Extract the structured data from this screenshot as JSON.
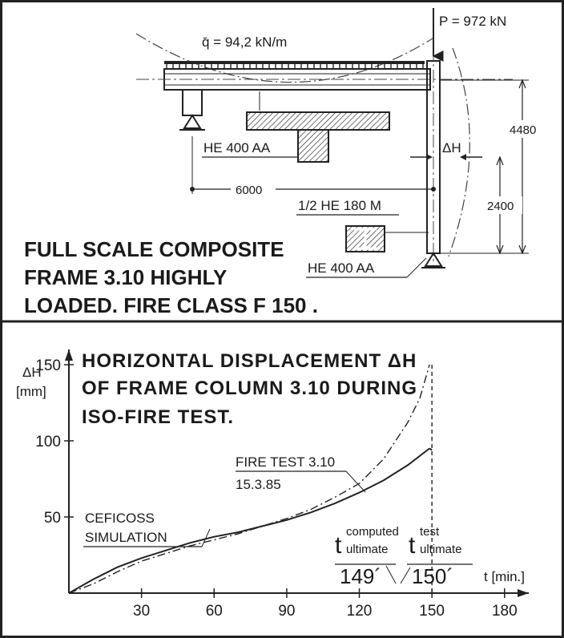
{
  "frame": {
    "load_label": "q̄ = 94,2 kN/m",
    "point_load_label": "P = 972 kN",
    "beam_section_label": "HE 400 AA",
    "column_section_top_label": "1/2 HE 180 M",
    "column_section_bottom_label": "HE 400 AA",
    "displacement_label": "ΔH",
    "span_dim": "6000",
    "height_dim": "4480",
    "mid_height_dim": "2400",
    "caption_lines": [
      "FULL  SCALE  COMPOSITE",
      "FRAME 3.10  HIGHLY",
      "LOADED.  FIRE CLASS  F 150 ."
    ]
  },
  "chart_data": {
    "type": "line",
    "title_lines": [
      "HORIZONTAL  DISPLACEMENT ΔH",
      "OF  FRAME  COLUMN  3.10  DURING",
      "ISO-FIRE  TEST."
    ],
    "ylabel": "ΔH",
    "ylabel_unit": "[mm]",
    "xlabel": "t [min.]",
    "xlim": [
      0,
      190
    ],
    "ylim": [
      0,
      160
    ],
    "xticks": [
      30,
      60,
      90,
      120,
      150,
      180
    ],
    "yticks": [
      50,
      100,
      150
    ],
    "series": [
      {
        "name": "CEFICOSS SIMULATION",
        "style": "solid",
        "x": [
          0,
          10,
          20,
          30,
          40,
          50,
          60,
          70,
          80,
          90,
          100,
          110,
          120,
          130,
          140,
          149
        ],
        "y": [
          0,
          9,
          17,
          23,
          28,
          33,
          37,
          40,
          44,
          48,
          53,
          59,
          66,
          74,
          84,
          95
        ]
      },
      {
        "name": "FIRE TEST 3.10",
        "date": "15.3.85",
        "style": "dashdot",
        "x": [
          0,
          10,
          20,
          30,
          40,
          50,
          60,
          70,
          80,
          90,
          100,
          110,
          120,
          130,
          140,
          145,
          149
        ],
        "y": [
          0,
          6,
          14,
          21,
          26,
          31,
          35,
          39,
          44,
          49,
          55,
          63,
          72,
          88,
          112,
          128,
          150
        ]
      }
    ],
    "annotations": {
      "computed_label": "t",
      "computed_sup": "computed",
      "computed_sub": "ultimate",
      "computed_value": "149´",
      "test_label": "t",
      "test_sup": "test",
      "test_sub": "ultimate",
      "test_value": "150´"
    }
  }
}
